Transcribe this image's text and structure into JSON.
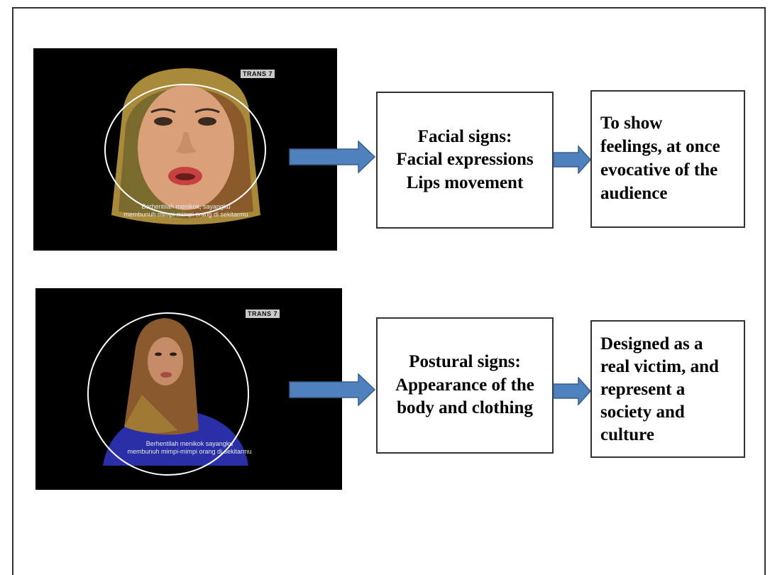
{
  "rows": [
    {
      "image": {
        "watermark": "TRANS 7",
        "subtitle_1": "Berhentilah menikok, sayangku",
        "subtitle_2": "membunuh mimpi-mimpi orang di sekitarmu"
      },
      "signs": {
        "line_1": "Facial signs:",
        "line_2": "Facial expressions",
        "line_3": "Lips movement"
      },
      "meaning": {
        "line_1": "To show",
        "line_2": "feelings, at once",
        "line_3": "evocative of the",
        "line_4": "audience"
      }
    },
    {
      "image": {
        "watermark": "TRANS 7",
        "subtitle_1": "Berhentilah menikok sayangku",
        "subtitle_2": "membunuh mimpi-mimpi orang di sekitarmu"
      },
      "signs": {
        "line_1": "Postural signs:",
        "line_2": "Appearance of the",
        "line_3": "body and clothing"
      },
      "meaning": {
        "line_1": "Designed as a",
        "line_2": "real  victim, and",
        "line_3": "represent a",
        "line_4": "society and",
        "line_5": "culture"
      }
    }
  ],
  "colors": {
    "arrow": "#4f81bd",
    "arrow_border": "#385d8a",
    "circle": "#ffffff"
  }
}
